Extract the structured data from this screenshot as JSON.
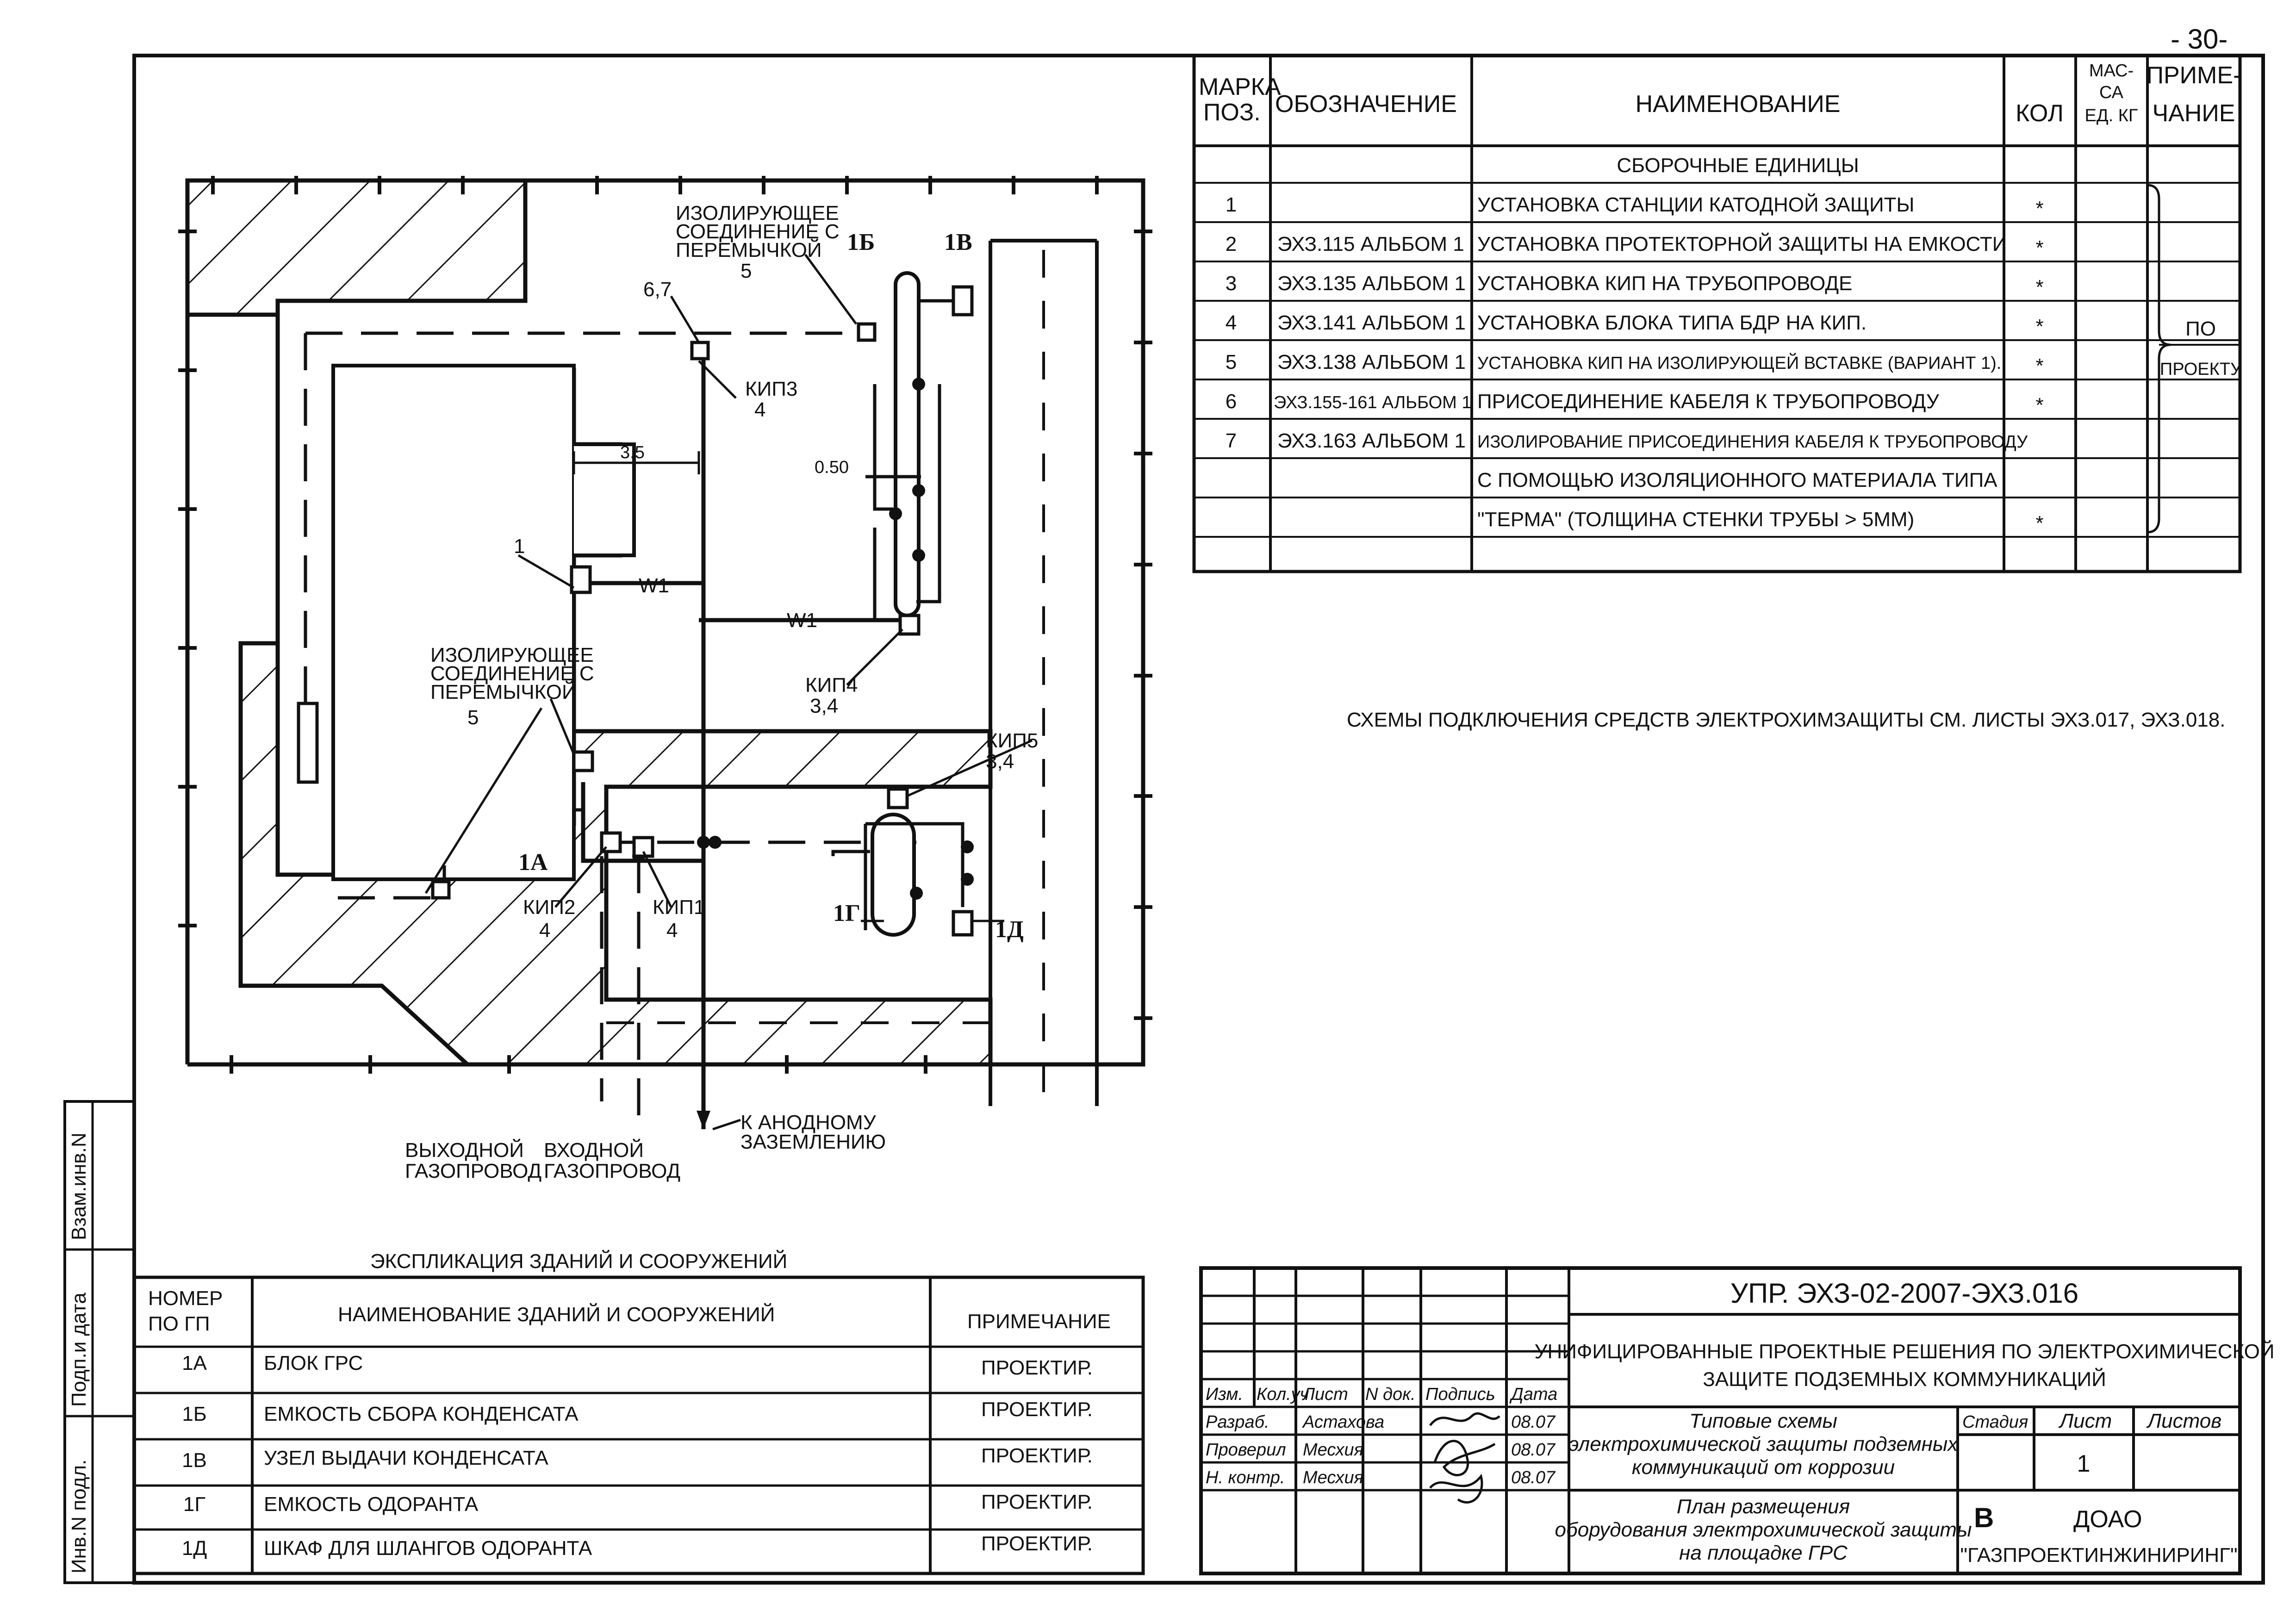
{
  "page_number": "- 30-",
  "spec_table": {
    "headers": {
      "mark": [
        "МАРКА",
        "ПОЗ."
      ],
      "designation": "ОБОЗНАЧЕНИЕ",
      "name": "НАИМЕНОВАНИЕ",
      "qty": "КОЛ",
      "mass": [
        "МАС-",
        "СА",
        "ЕД. КГ"
      ],
      "note": [
        "ПРИМЕ-",
        "ЧАНИЕ"
      ]
    },
    "section": "СБОРОЧНЫЕ ЕДИНИЦЫ",
    "rows": [
      {
        "pos": "1",
        "designation": "",
        "name": "УСТАНОВКА СТАНЦИИ КАТОДНОЙ ЗАЩИТЫ",
        "qty": "*"
      },
      {
        "pos": "2",
        "designation": "ЭХЗ.115 АЛЬБОМ 1",
        "name": "УСТАНОВКА ПРОТЕКТОРНОЙ ЗАЩИТЫ НА ЕМКОСТИ",
        "qty": "*"
      },
      {
        "pos": "3",
        "designation": "ЭХЗ.135 АЛЬБОМ 1",
        "name": "УСТАНОВКА КИП НА ТРУБОПРОВОДЕ",
        "qty": "*"
      },
      {
        "pos": "4",
        "designation": "ЭХЗ.141 АЛЬБОМ 1",
        "name": "УСТАНОВКА БЛОКА ТИПА БДР НА КИП.",
        "qty": "*"
      },
      {
        "pos": "5",
        "designation": "ЭХЗ.138 АЛЬБОМ 1",
        "name": "УСТАНОВКА КИП НА ИЗОЛИРУЮЩЕЙ ВСТАВКЕ (ВАРИАНТ 1).",
        "qty": "*"
      },
      {
        "pos": "6",
        "designation": "ЭХЗ.155-161 АЛЬБОМ 1",
        "name": "ПРИСОЕДИНЕНИЕ КАБЕЛЯ К ТРУБОПРОВОДУ",
        "qty": "*"
      },
      {
        "pos": "7",
        "designation": "ЭХЗ.163 АЛЬБОМ 1",
        "name": "ИЗОЛИРОВАНИЕ ПРИСОЕДИНЕНИЯ КАБЕЛЯ К ТРУБОПРОВОДУ",
        "qty": ""
      },
      {
        "pos": "",
        "designation": "",
        "name": "С ПОМОЩЬЮ ИЗОЛЯЦИОННОГО МАТЕРИАЛА ТИПА",
        "qty": ""
      },
      {
        "pos": "",
        "designation": "",
        "name": "\"ТЕРМА\" (ТОЛЩИНА СТЕНКИ ТРУБЫ > 5ММ)",
        "qty": "*"
      }
    ],
    "note_value": [
      "ПО",
      "ПРОЕКТУ"
    ]
  },
  "schemes_note": "СХЕМЫ ПОДКЛЮЧЕНИЯ СРЕДСТВ ЭЛЕКТРОХИМЗАЩИТЫ СМ. ЛИСТЫ ЭХЗ.017, ЭХЗ.018.",
  "plan": {
    "ins_joint_label": [
      "ИЗОЛИРУЮЩЕЕ",
      "СОЕДИНЕНИЕ С",
      "ПЕРЕМЫЧКОЙ",
      "5"
    ],
    "ins_joint_label2": [
      "ИЗОЛИРУЮЩЕЕ",
      "СОЕДИНЕНИЕ С",
      "ПЕРЕМЫЧКОЙ",
      "5"
    ],
    "label_67": "6,7",
    "label_1": "1",
    "label_1A": "1А",
    "label_1B": "1Б",
    "label_1V": "1В",
    "label_1G": "1Г",
    "label_1D": "1Д",
    "kip3": [
      "КИП3",
      "4"
    ],
    "kip4": [
      "КИП4",
      "3,4"
    ],
    "kip5": [
      "КИП5",
      "3,4"
    ],
    "kip2": [
      "КИП2",
      "4"
    ],
    "kip1": [
      "КИП1",
      "4"
    ],
    "w1a": "W1",
    "w1b": "W1",
    "dim_35": "3.5",
    "dim_050": "0.50",
    "outlet": [
      "ВЫХОДНОЙ",
      "ГАЗОПРОВОД"
    ],
    "inlet": [
      "ВХОДНОЙ",
      "ГАЗОПРОВОД"
    ],
    "anode": [
      "К АНОДНОМУ",
      "ЗАЗЕМЛЕНИЮ"
    ]
  },
  "explication": {
    "title": "ЭКСПЛИКАЦИЯ ЗДАНИЙ И СООРУЖЕНИЙ",
    "headers": {
      "num": [
        "НОМЕР",
        "ПО ГП"
      ],
      "name": "НАИМЕНОВАНИЕ ЗДАНИЙ И СООРУЖЕНИЙ",
      "note": "ПРИМЕЧАНИЕ"
    },
    "rows": [
      {
        "num": "1А",
        "name": "БЛОК ГРС",
        "note": "ПРОЕКТИР."
      },
      {
        "num": "1Б",
        "name": "ЕМКОСТЬ СБОРА КОНДЕНСАТА",
        "note": "ПРОЕКТИР."
      },
      {
        "num": "1В",
        "name": "УЗЕЛ ВЫДАЧИ КОНДЕНСАТА",
        "note": "ПРОЕКТИР."
      },
      {
        "num": "1Г",
        "name": "ЕМКОСТЬ ОДОРАНТА",
        "note": "ПРОЕКТИР."
      },
      {
        "num": "1Д",
        "name": "ШКАФ ДЛЯ ШЛАНГОВ ОДОРАНТА",
        "note": "ПРОЕКТИР."
      }
    ]
  },
  "side_stamp": [
    "Инв.N подл.",
    "Подп.и дата",
    "Взам.инв.N"
  ],
  "title_block": {
    "code": "УПР. ЭХЗ-02-2007-ЭХЗ.016",
    "project": [
      "УНИФИЦИРОВАННЫЕ ПРОЕКТНЫЕ РЕШЕНИЯ ПО ЭЛЕКТРОХИМИЧЕСКОЙ",
      "ЗАЩИТЕ ПОДЗЕМНЫХ КОММУНИКАЦИЙ"
    ],
    "col_headers": [
      "Изм.",
      "Кол.уч",
      "Лист",
      "N док.",
      "Подпись",
      "Дата"
    ],
    "roles": [
      {
        "role": "Разраб.",
        "name": "Астахова",
        "date": "08.07"
      },
      {
        "role": "Проверил",
        "name": "Месхия",
        "date": "08.07"
      },
      {
        "role": "Н. контр.",
        "name": "Месхия",
        "date": "08.07"
      }
    ],
    "doc_title": [
      "Типовые схемы",
      "электрохимической защиты подземных",
      "коммуникаций от коррозии"
    ],
    "sheet_title": [
      "План размещения",
      "оборудования электрохимической защиты",
      "на площадке ГРС"
    ],
    "stage_label": "Стадия",
    "sheet_label": "Лист",
    "sheets_label": "Листов",
    "sheet_value": "1",
    "org_line1": "ДОАО",
    "org_line2": "\"ГАЗПРОЕКТИНЖИНИРИНГ\"",
    "logo": "B"
  },
  "colors": {
    "ink": "#111111",
    "paper": "#ffffff"
  }
}
